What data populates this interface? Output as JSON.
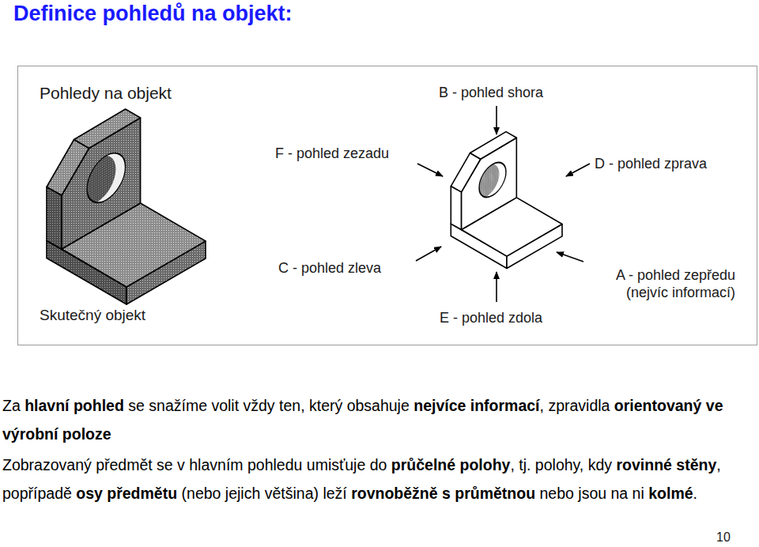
{
  "diagram": {
    "title": "Definice pohledů na objekt:",
    "nodes": [
      {
        "text": [
          "Pohledy na objekt",
          "Skutečný objekt",
          "B - pohled shora",
          "F - pohled zezadu",
          "D - pohled zprava",
          "C - pohled zleva",
          "A - pohled zepředu (nejvíc informací)",
          "E - pohled zdola"
        ]
      }
    ],
    "labels": [
      "Za ",
      "hlavní pohled",
      " se snažíme volit vždy ten, který obsahuje ",
      "nejvíce informací",
      ", zpravidla ",
      "orientovaný ve výrobní poloze",
      "Zobrazovaný předmět se v hlavním pohledu umisťuje do ",
      "průčelné polohy",
      ", tj. polohy, kdy ",
      "rovinné stěny",
      ", popřípadě ",
      "osy předmětu",
      " (nebo jejich většina) leží ",
      "rovnoběžně s průmětnou",
      " nebo jsou na ni ",
      "kolmé",
      ".",
      "10"
    ]
  }
}
